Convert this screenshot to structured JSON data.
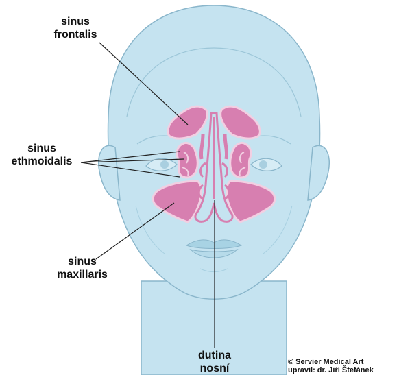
{
  "labels": {
    "sinus_frontalis": [
      "sinus",
      "frontalis"
    ],
    "sinus_ethmoidalis": [
      "sinus",
      "ethmoidalis"
    ],
    "sinus_maxillaris": [
      "sinus",
      "maxillaris"
    ],
    "dutina_nosni": [
      "dutina",
      "nosní"
    ]
  },
  "credit": {
    "line1": "© Servier Medical Art",
    "line2": "upravil: dr. Jiří Štefánek"
  },
  "colors": {
    "skin": "#c5e3f0",
    "skin_outline": "#8ab6cb",
    "sinus_fill": "#d77fb0",
    "sinus_edge": "#f2cfe2",
    "lips": "#a8d3e4",
    "leader": "#222222"
  }
}
